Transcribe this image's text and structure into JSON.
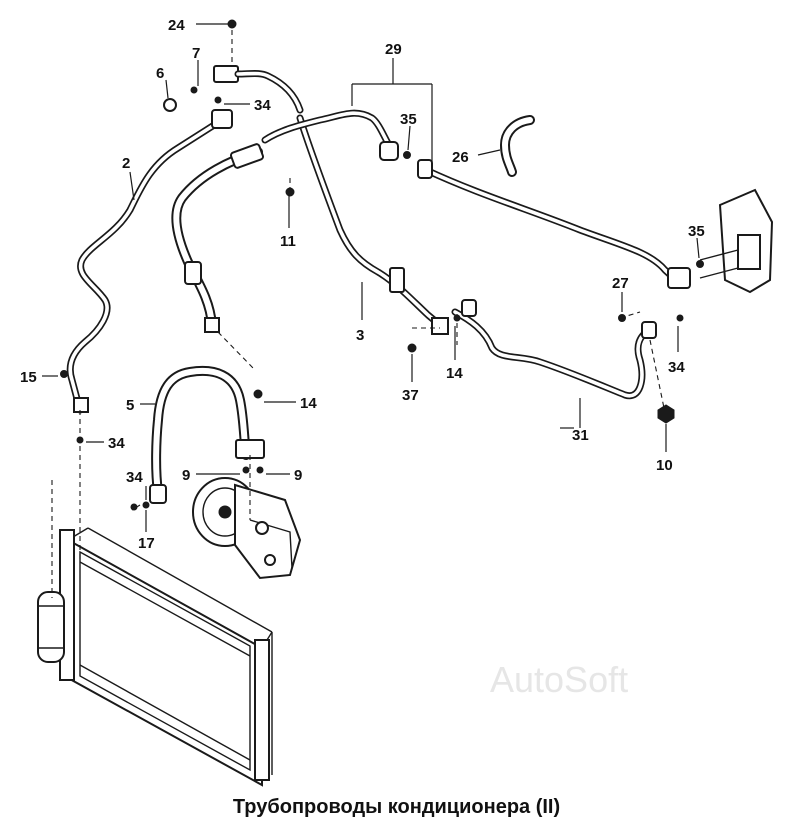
{
  "diagram": {
    "title": "Трубопроводы кондиционера (II)",
    "watermark": "AutoSoft",
    "callouts": {
      "c24": "24",
      "c29": "29",
      "c7": "7",
      "c6": "6",
      "c34a": "34",
      "c35a": "35",
      "c26": "26",
      "c2": "2",
      "c11": "11",
      "c35b": "35",
      "c27": "27",
      "c3": "3",
      "c14a": "14",
      "c37": "37",
      "c34b": "34",
      "c15": "15",
      "c5": "5",
      "c14b": "14",
      "c31": "31",
      "c34c": "34",
      "c10": "10",
      "c9a": "9",
      "c9b": "9",
      "c34d": "34",
      "c17": "17"
    }
  }
}
